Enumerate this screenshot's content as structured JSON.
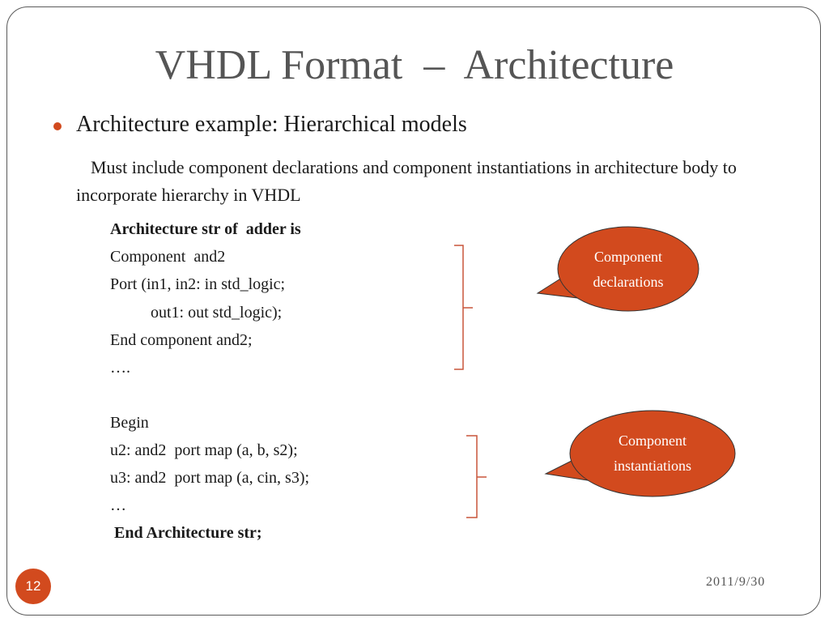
{
  "slide": {
    "title": "VHDL Format  –  Architecture",
    "bullet": "Architecture example:  Hierarchical models",
    "description": "Must include component declarations and component instantiations in architecture body to incorporate hierarchy in VHDL",
    "code_lines": [
      "Architecture str of  adder is",
      "Component  and2",
      "Port (in1, in2: in std_logic;",
      "          out1: out std_logic);",
      "End component and2;",
      "….",
      "Begin",
      "u2: and2  port map (a, b, s2);",
      "u3: and2  port map (a, cin, s3);",
      "…",
      " End Architecture str;"
    ],
    "callout_declarations": "Component\ndeclarations",
    "callout_instantiations": "Component\ninstantiations",
    "page_number": "12",
    "date": "2011/9/30"
  },
  "colors": {
    "accent": "#d24a1e",
    "title_gray": "#555555",
    "bracket": "#c8553a"
  }
}
